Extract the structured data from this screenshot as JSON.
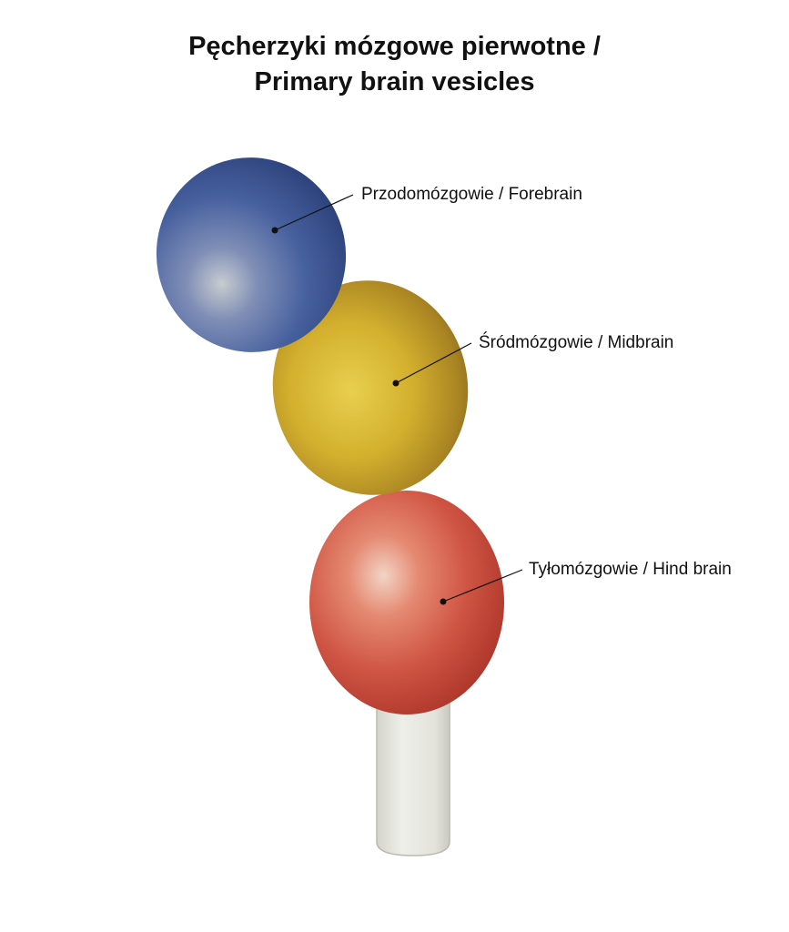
{
  "title": {
    "line1": "Pęcherzyki mózgowe pierwotne /",
    "line2": "Primary brain vesicles"
  },
  "vesicles": [
    {
      "label": "Przodomózgowie / Forebrain",
      "color": "#3d5494"
    },
    {
      "label": "Śródmózgowie / Midbrain",
      "color": "#c9a224"
    },
    {
      "label": "Tyłomózgowie / Hind brain",
      "color": "#c9493a"
    }
  ],
  "spinal_cord": {
    "color": "#e6e6df"
  },
  "colors": {
    "leader_line": "#111111",
    "text": "#111111"
  }
}
